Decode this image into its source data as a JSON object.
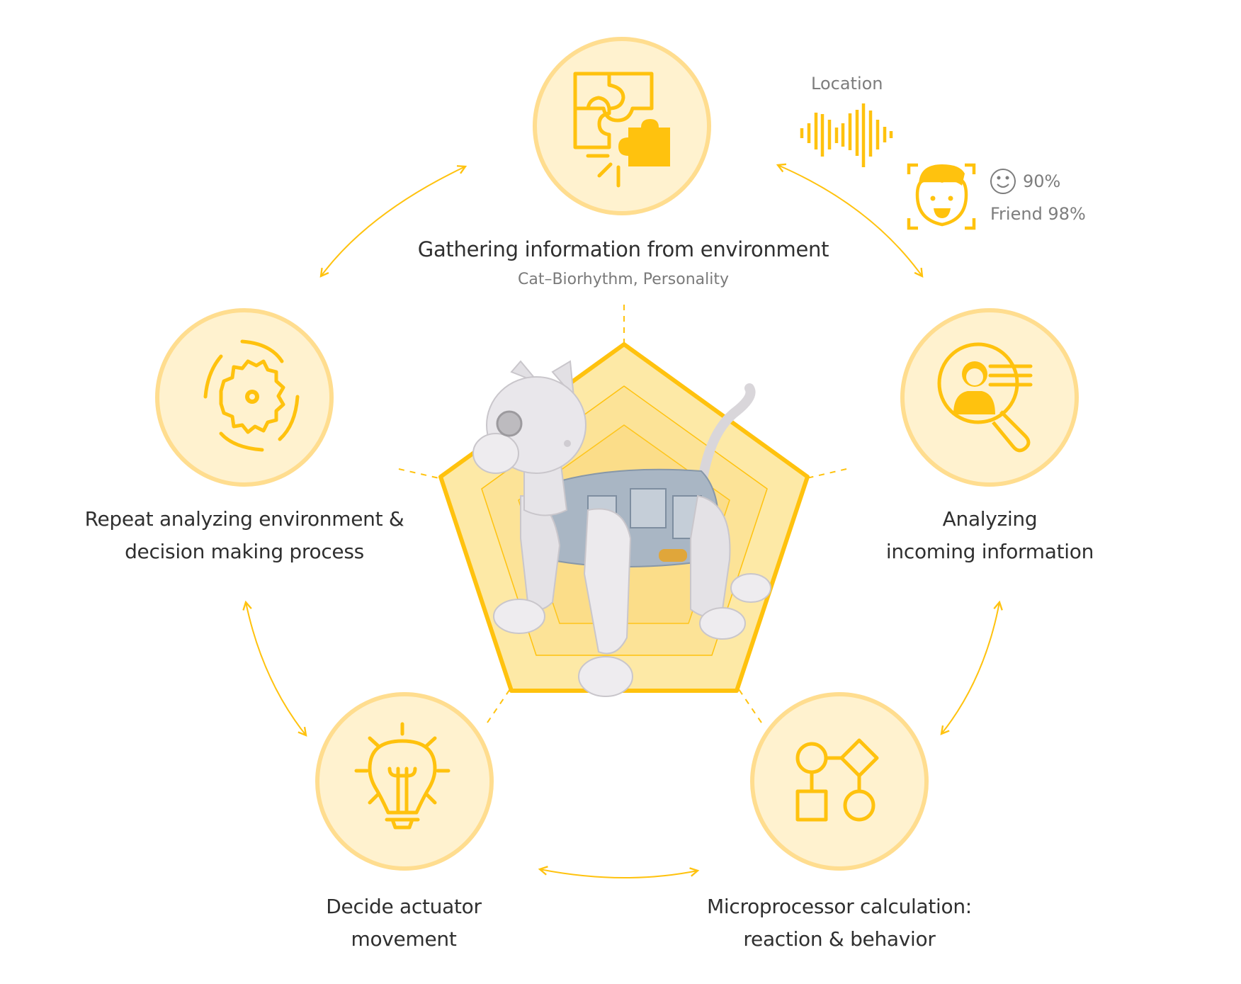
{
  "colors": {
    "accent": "#FFC20E",
    "circle_fill": "#FFF2CF",
    "circle_ring": "#FFDD8F",
    "pentagon_fill": "#FDE9A6",
    "text_dark": "#2F2F2F",
    "text_gray": "#7A7A7A"
  },
  "steps": [
    {
      "id": "gather",
      "title": "Gathering information from environment",
      "subtitle": "Cat–Biorhythm, Personality",
      "icon": "puzzle-icon"
    },
    {
      "id": "analyze",
      "title_line1": "Analyzing",
      "title_line2": "incoming information",
      "icon": "magnifier-person-icon"
    },
    {
      "id": "calc",
      "title_line1": "Microprocessor calculation:",
      "title_line2": "reaction & behavior",
      "icon": "flowchart-icon"
    },
    {
      "id": "decide",
      "title_line1": "Decide actuator",
      "title_line2": "movement",
      "icon": "lightbulb-icon"
    },
    {
      "id": "repeat",
      "title_line1": "Repeat analyzing environment &",
      "title_line2": "decision making process",
      "icon": "gear-cycle-icon"
    }
  ],
  "sensor_panel": {
    "location_label": "Location",
    "sound_icon": "sound-wave-icon",
    "face_icon": "face-scan-icon",
    "smile_icon": "smiley-icon",
    "emotion_value": "90%",
    "friend_label": "Friend 98%"
  },
  "center": {
    "image": "robot-cat-illustration",
    "shape": "pentagon-radar"
  }
}
